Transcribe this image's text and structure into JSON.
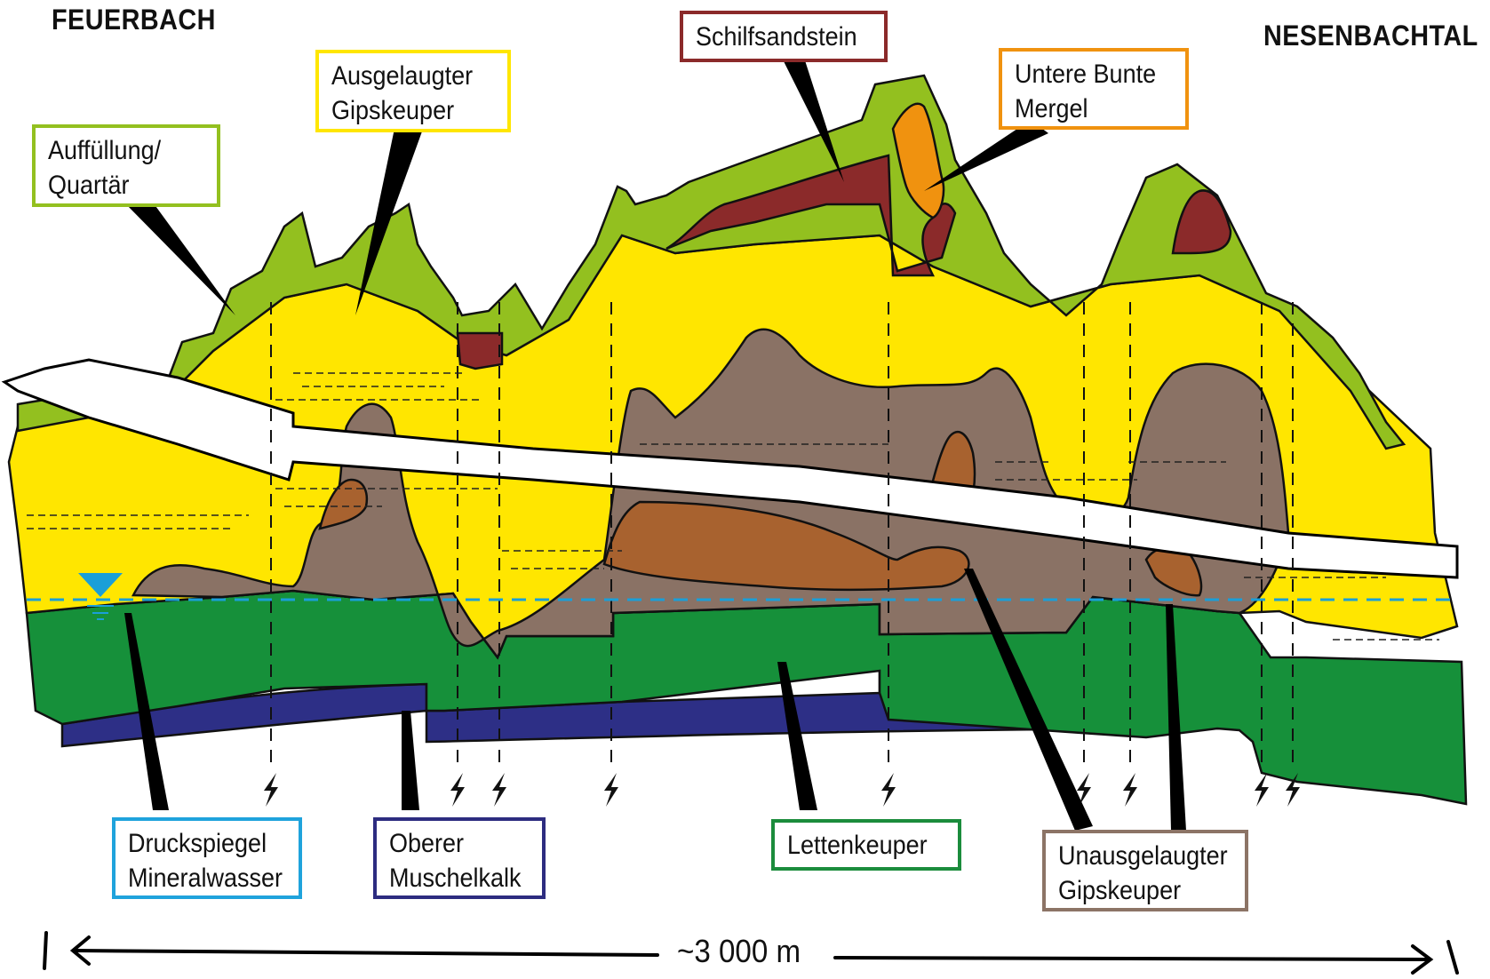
{
  "corners": {
    "left": "FEUERBACH",
    "right": "NESENBACHTAL"
  },
  "labels": {
    "fill": {
      "line1": "Auffüllung/",
      "line2": "Quartär"
    },
    "leached": {
      "line1": "Ausgelaugter",
      "line2": "Gipskeuper"
    },
    "schilf": {
      "line1": "Schilfsandstein"
    },
    "bunte": {
      "line1": "Untere Bunte",
      "line2": "Mergel"
    },
    "druck": {
      "line1": "Druckspiegel",
      "line2": "Mineralwasser"
    },
    "muschel": {
      "line1": "Oberer",
      "line2": "Muschelkalk"
    },
    "letten": {
      "line1": "Lettenkeuper"
    },
    "unleached": {
      "line1": "Unausgelaugter",
      "line2": "Gipskeuper"
    }
  },
  "scale": {
    "label": "~3 000 m"
  },
  "colors": {
    "fill": "#93c01f",
    "leached": "#ffe600",
    "schilf": "#8b2a2a",
    "bunte": "#f0920f",
    "unleached": "#8a7265",
    "unleached_core": "#a8622f",
    "letten": "#16903a",
    "muschel": "#2d2f86",
    "water": "#1a9fd8",
    "border_druck": "#1fa3dc",
    "border_muschel": "#2d2c80",
    "border_letten": "#1b8c3c",
    "border_unleached": "#8c7466"
  }
}
